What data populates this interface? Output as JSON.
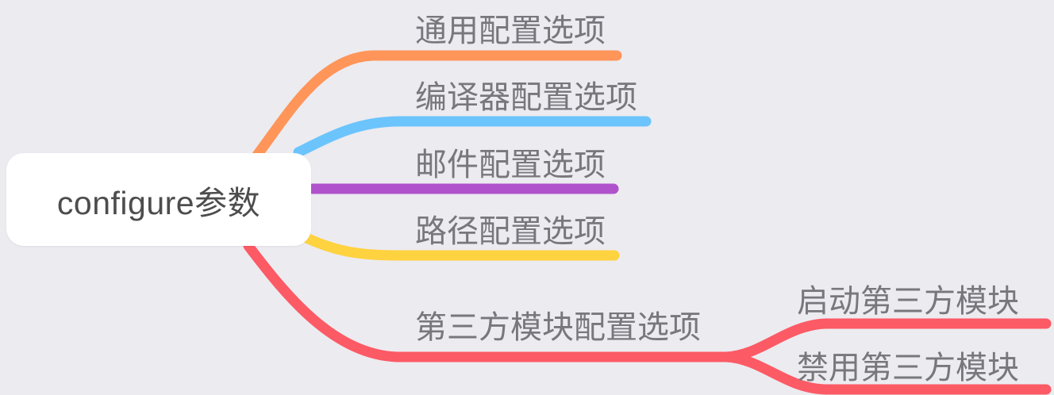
{
  "diagram": {
    "type": "mindmap",
    "title": "configure参数",
    "background_color": "#ECEBF0",
    "text_color": "#77777C",
    "root": {
      "label": "configure参数",
      "node_color": "#FFFFFF",
      "label_color": "#4D4D4D"
    },
    "branches": [
      {
        "label": "通用配置选项",
        "color": "#FF9559",
        "children": []
      },
      {
        "label": "编译器配置选项",
        "color": "#6CC4FC",
        "children": []
      },
      {
        "label": "邮件配置选项",
        "color": "#B052CC",
        "children": []
      },
      {
        "label": "路径配置选项",
        "color": "#FFD23F",
        "children": []
      },
      {
        "label": "第三方模块配置选项",
        "color": "#FC5A65",
        "children": [
          {
            "label": "启动第三方模块",
            "color": "#FC5A65"
          },
          {
            "label": "禁用第三方模块",
            "color": "#FC5A65"
          }
        ]
      }
    ]
  }
}
